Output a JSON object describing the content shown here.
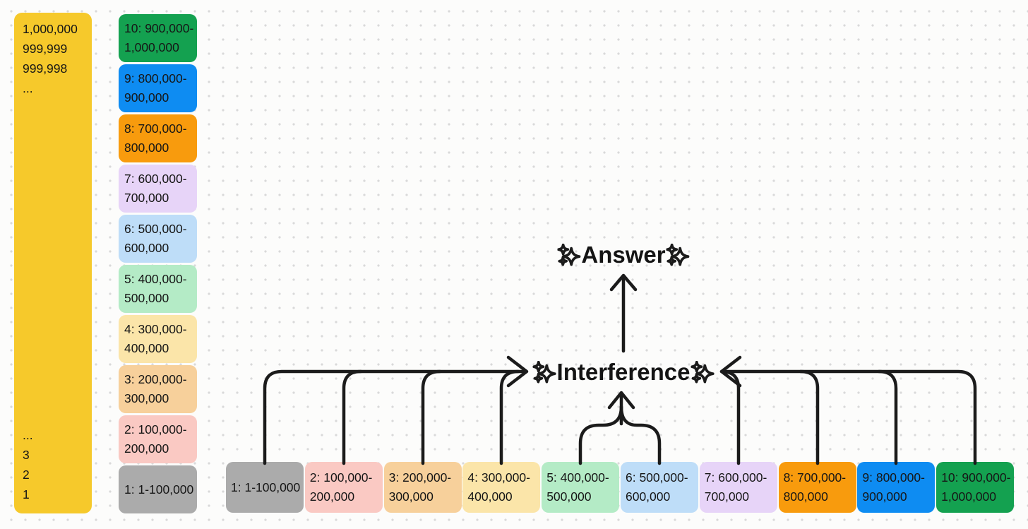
{
  "labels": {
    "answer": "Answer",
    "interference": "Interference",
    "sparkles_emoji": "✨"
  },
  "left_column": {
    "color": "#F6C92B",
    "top_values": [
      "1,000,000",
      "999,999",
      "999,998",
      "..."
    ],
    "bottom_values": [
      "...",
      "3",
      "2",
      "1"
    ]
  },
  "stack_boxes": [
    {
      "id": 10,
      "line1": "10: 900,000-",
      "line2": "1,000,000",
      "color": "#14A150"
    },
    {
      "id": 9,
      "line1": "9: 800,000-",
      "line2": "900,000",
      "color": "#0E8CF2"
    },
    {
      "id": 8,
      "line1": "8: 700,000-",
      "line2": "800,000",
      "color": "#F89B0D"
    },
    {
      "id": 7,
      "line1": "7: 600,000-",
      "line2": "700,000",
      "color": "#E7D4F8"
    },
    {
      "id": 6,
      "line1": "6: 500,000-",
      "line2": "600,000",
      "color": "#BEDDF8"
    },
    {
      "id": 5,
      "line1": "5: 400,000-",
      "line2": "500,000",
      "color": "#B4EBC6"
    },
    {
      "id": 4,
      "line1": "4: 300,000-",
      "line2": "400,000",
      "color": "#FBE5A9"
    },
    {
      "id": 3,
      "line1": "3: 200,000-",
      "line2": "300,000",
      "color": "#F7D09B"
    },
    {
      "id": 2,
      "line1": "2: 100,000-",
      "line2": "200,000",
      "color": "#FAC9C3"
    },
    {
      "id": 1,
      "line1": "1: 1-100,000",
      "line2": "",
      "color": "#ABABAB"
    }
  ],
  "row_boxes": [
    {
      "id": 1,
      "line1": "1: 1-100,000",
      "line2": "",
      "color": "#ABABAB"
    },
    {
      "id": 2,
      "line1": "2: 100,000-",
      "line2": "200,000",
      "color": "#FAC9C3"
    },
    {
      "id": 3,
      "line1": "3: 200,000-",
      "line2": "300,000",
      "color": "#F7D09B"
    },
    {
      "id": 4,
      "line1": "4: 300,000-",
      "line2": "400,000",
      "color": "#FBE5A9"
    },
    {
      "id": 5,
      "line1": "5: 400,000-",
      "line2": "500,000",
      "color": "#B4EBC6"
    },
    {
      "id": 6,
      "line1": "6: 500,000-",
      "line2": "600,000",
      "color": "#BEDDF8"
    },
    {
      "id": 7,
      "line1": "7: 600,000-",
      "line2": "700,000",
      "color": "#E7D4F8"
    },
    {
      "id": 8,
      "line1": "8: 700,000-",
      "line2": "800,000",
      "color": "#F89B0D"
    },
    {
      "id": 9,
      "line1": "9: 800,000-",
      "line2": "900,000",
      "color": "#0E8CF2"
    },
    {
      "id": 10,
      "line1": "10: 900,000-",
      "line2": "1,000,000",
      "color": "#14A150"
    }
  ],
  "colors": {
    "arrow": "#1b1b1b",
    "sparkle_gold": "#FFC83D",
    "sparkle_light": "#FFD95E",
    "dot_grid": "#d9d9d9"
  }
}
